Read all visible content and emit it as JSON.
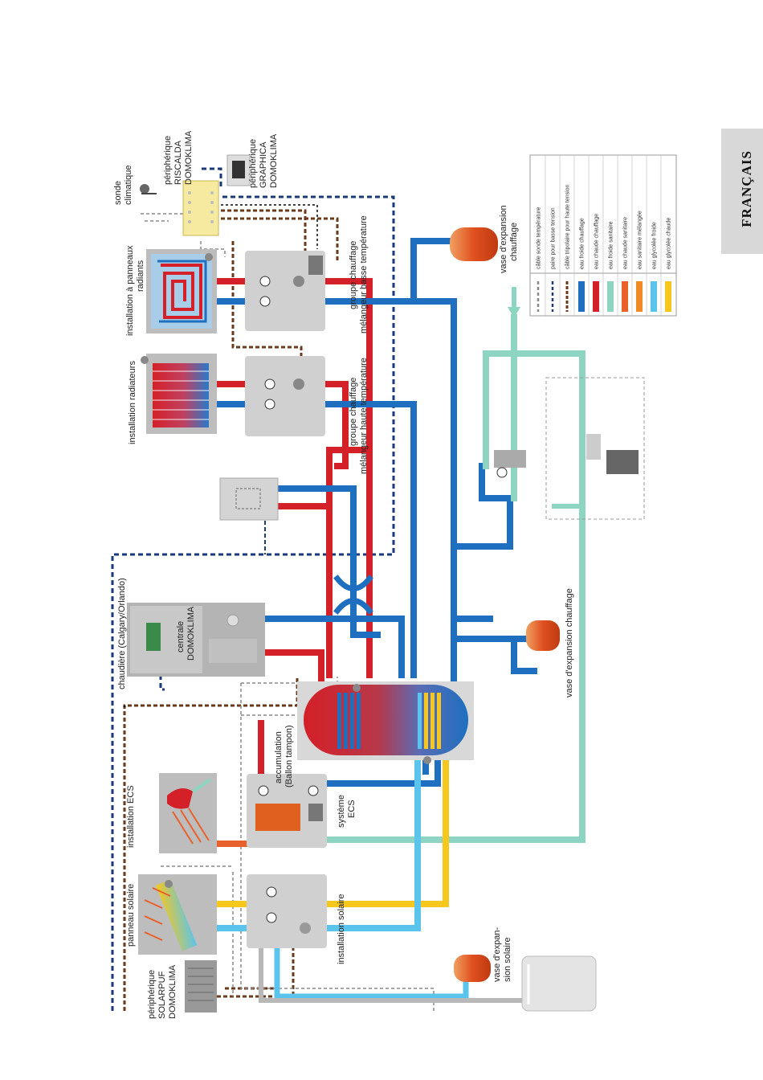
{
  "tab": {
    "label": "FRANÇAIS"
  },
  "labels": {
    "sonde_climatique": [
      "sonde",
      "climatique"
    ],
    "riscalda": [
      "périphérique",
      "RISCALDA",
      "DOMOKLIMA"
    ],
    "graphica": [
      "périphérique",
      "GRAPHICA",
      "DOMOKLIMA"
    ],
    "panneaux_radiants": [
      "installation à panneaux",
      "radiants"
    ],
    "groupe_basse": [
      "groupe chauffage",
      "mélangeur basse température"
    ],
    "radiateurs": [
      "installation radiateurs"
    ],
    "groupe_haute": [
      "groupe chauffage",
      "mélangeur haute température"
    ],
    "vase_chauffage_top": [
      "vase d'expansion",
      "chauffage"
    ],
    "chaudiere": [
      "chaudière (Calgary/Orlando)"
    ],
    "centrale": [
      "centrale",
      "DOMOKLIMA"
    ],
    "vase_chauffage_mid": [
      "vase d'expansion chauffage"
    ],
    "accumulation": [
      "accumulation",
      "(Ballon tampon)"
    ],
    "installation_ecs": [
      "installation ECS"
    ],
    "systeme_ecs": [
      "système",
      "ECS"
    ],
    "panneau_solaire": [
      "panneau solaire"
    ],
    "installation_solaire": [
      "installation solaire"
    ],
    "solarpuf": [
      "périphérique",
      "SOLARPUF",
      "DOMOKLIMA"
    ],
    "vase_solaire": [
      "vase d'expan-",
      "sion solaire"
    ]
  },
  "legend": {
    "items": [
      {
        "label": "câble sonde température",
        "style": "dash",
        "color": "#888888"
      },
      {
        "label": "paire pour basse tension",
        "style": "dash",
        "color": "#1a3a7a"
      },
      {
        "label": "câble tripolaire pour haute tension",
        "style": "dash3",
        "color": "#6b3a1a"
      },
      {
        "label": "eau froide chauffage",
        "style": "solid",
        "color": "#1e6fc0"
      },
      {
        "label": "eau chaude chauffage",
        "style": "solid",
        "color": "#d42028"
      },
      {
        "label": "eau froide sanitaire",
        "style": "solid",
        "color": "#8ed4c2"
      },
      {
        "label": "eau chaude sanitaire",
        "style": "solid",
        "color": "#e8602a"
      },
      {
        "label": "eau sanitaire mélangée",
        "style": "solid",
        "color": "#f08a24"
      },
      {
        "label": "eau glycolée froide",
        "style": "solid",
        "color": "#5bc4ec"
      },
      {
        "label": "eau glycolée chaude",
        "style": "solid",
        "color": "#f6c81e"
      }
    ]
  },
  "colors": {
    "hot": "#d42028",
    "cold": "#1e6fc0",
    "sanitary_cold": "#8ed4c2",
    "sanitary_hot": "#e8602a",
    "glycol_cold": "#5bc4ec",
    "glycol_hot": "#f6c81e",
    "cable_low": "#1a3a7a",
    "cable_high": "#6b3a1a",
    "cable_probe": "#888888"
  }
}
